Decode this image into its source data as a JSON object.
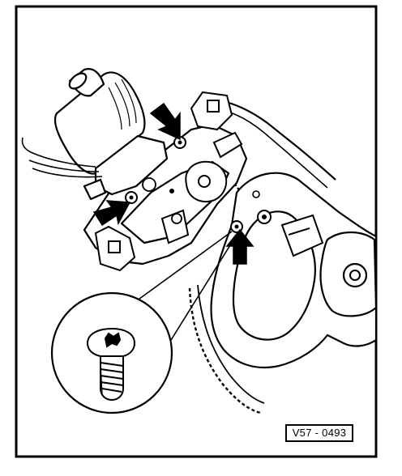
{
  "figure": {
    "reference_code": "V57 - 0493"
  },
  "callouts": {
    "arrows": [
      {
        "marks": "upper-motor-bolt"
      },
      {
        "marks": "lower-motor-bolt"
      },
      {
        "marks": "regulator-plate-bolt"
      }
    ],
    "detail_magnifier": {
      "shows": "torx-screw"
    }
  },
  "colors": {
    "ink": "#000000",
    "paper": "#ffffff"
  }
}
